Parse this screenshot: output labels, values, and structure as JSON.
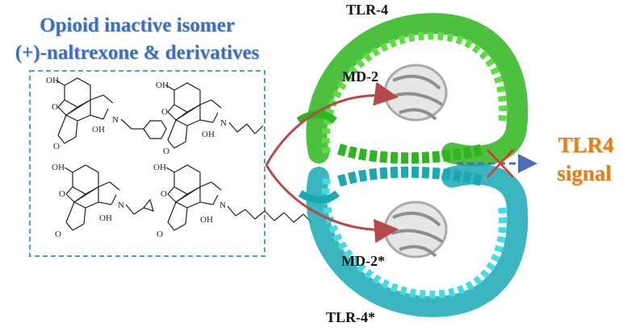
{
  "heading": {
    "line1": "Opioid inactive isomer",
    "line2": "(+)-naltrexone & derivatives"
  },
  "labels": {
    "tlr4_top": "TLR-4",
    "md2_top": "MD-2",
    "md2_bottom": "MD-2*",
    "tlr4_bottom": "TLR-4*"
  },
  "signal": {
    "line1": "TLR4",
    "line2": "signal"
  },
  "molecule_labels": {
    "oh": "OH",
    "o": "O",
    "n": "N"
  },
  "colors": {
    "heading": "#3f6fb9",
    "signal": "#e07f1f",
    "box_border": "#4aa3c4",
    "arrow": "#b5494b",
    "tlr4_top": "#33cc22",
    "tlr4_bottom": "#19b8c4",
    "md2": "#b8b8b8",
    "signal_arrow": "#4d6fb5",
    "block_cross": "#e0332a"
  }
}
